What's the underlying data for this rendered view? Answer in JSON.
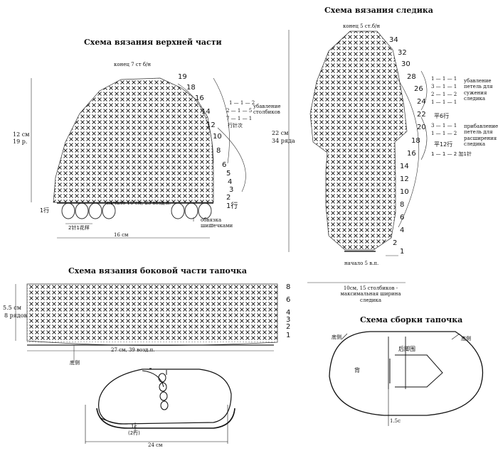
{
  "titles": {
    "top": "Схема вязания верхней части",
    "sole": "Схема вязания следика",
    "side": "Схема вязания боковой части тапочка",
    "assembly": "Схема сборки тапочка"
  },
  "top_part": {
    "end_label": "конец 7 ст б/н",
    "height_cm": "12 см",
    "height_rows": "19 р.",
    "decrease_label": "убавление столбиков",
    "decrease_formula": [
      "1 — 1 — 2",
      "2 — 1 — 5",
      "7 — 1 — 1"
    ],
    "decrease_note": "行针次",
    "start_label": "начало 16 см, 23 возд.п.",
    "edging_label": "обвязка шишечками",
    "repeat_label": "2针1花样",
    "width_label": "16 см",
    "row_first": "1行",
    "row_numbers": [
      "19",
      "18",
      "16",
      "14",
      "12",
      "10",
      "8",
      "6",
      "5",
      "4",
      "3",
      "2",
      "1行"
    ]
  },
  "sole_part": {
    "end_label": "конец 5 ст.б/н",
    "height_cm": "22 см",
    "height_rows": "34 ряда",
    "decrease_formula": [
      "1 — 1 — 1",
      "3 — 1 — 1",
      "2 — 1 — 2",
      "1 — 1 — 1"
    ],
    "decrease_label": "убавление петель для сужения следика",
    "flat_top": "平6行",
    "increase_formula": [
      "3 — 1 — 1",
      "1 — 1 — 2"
    ],
    "increase_label": "прибавление петель для расширения следика",
    "flat_bottom": "平12行",
    "extra_formula": "1 — 1 — 2 加1针",
    "start_label": "начало 5 в.п.",
    "width_label": "10см, 15 столбиков - максимальная ширина следика",
    "row_first": "1",
    "row_numbers": [
      "34",
      "32",
      "30",
      "28",
      "26",
      "24",
      "22",
      "20",
      "18",
      "16",
      "14",
      "12",
      "10",
      "8",
      "6",
      "4",
      "2"
    ]
  },
  "side_part": {
    "height_cm": "5.5 см",
    "height_rows": "8 рядов",
    "row_numbers": [
      "8",
      "6",
      "4",
      "3",
      "2",
      "1"
    ],
    "start_label": "27 см, 39 возд.п.",
    "bottom_side": "底侧"
  },
  "slipper_view": {
    "row_label": "1c",
    "row_sub": "(2行)",
    "length_label": "24 см"
  },
  "assembly": {
    "sole_left": "底侧",
    "sole_right": "底侧",
    "heel": "后脚围",
    "back": "背",
    "margin_label": "1.5c"
  }
}
